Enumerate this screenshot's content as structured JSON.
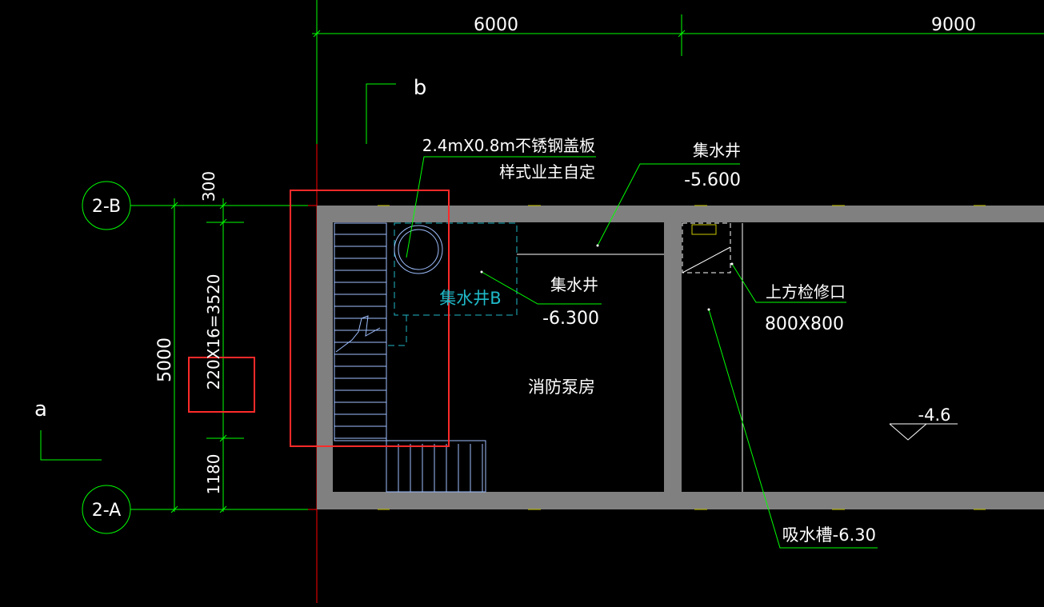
{
  "colors": {
    "background": "#000000",
    "wall": "#808080",
    "dimension": "#00ff00",
    "grid_axis": "#ff0000",
    "detail_line": "#9fbfff",
    "cyan_dashed": "#1fb9c9",
    "highlight_box": "#ff2a2a",
    "text": "#ffffff"
  },
  "dimensions": {
    "top_left": "6000",
    "top_right": "9000",
    "left_total": "5000",
    "segment_top": "300",
    "segment_middle": "220X16=3520",
    "segment_bottom": "1180"
  },
  "axes": {
    "upper": "2-B",
    "lower": "2-A"
  },
  "section_marks": {
    "top": "b",
    "left": "a"
  },
  "annotations": {
    "cover_plate_line1": "2.4mX0.8m不锈钢盖板",
    "cover_plate_line2": "样式业主自定",
    "sump_top_label": "集水井",
    "sump_top_level": "-5.600",
    "sump_mid_label": "集水井",
    "sump_mid_level": "-6.300",
    "sump_b_label": "集水井B",
    "pump_room": "消防泵房",
    "hatch_label": "上方检修口",
    "hatch_size": "800X800",
    "suction_trough": "吸水槽-6.30",
    "floor_level": "-4.6"
  }
}
